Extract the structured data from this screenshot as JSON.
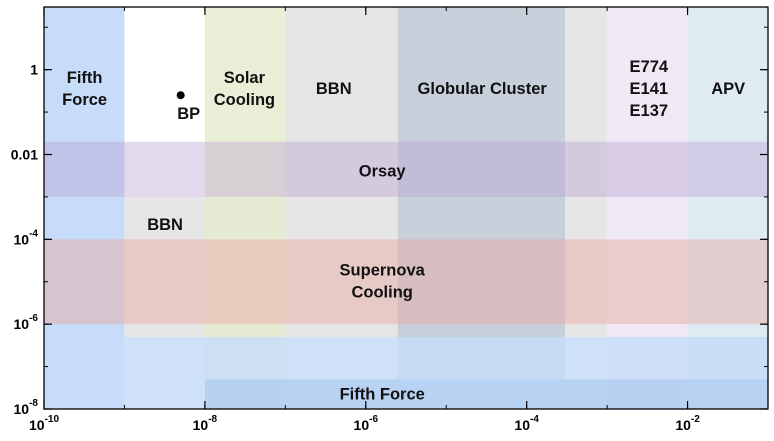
{
  "colors": {
    "fifth_force": "#c7dcf8",
    "bbn": "#e6e6e6",
    "globular": "#c6cfda",
    "solar": "#e5eccf",
    "beam": "#e8e2f2",
    "apv": "#dceaf1",
    "orsay": "#b8a0d2",
    "supernova": "#e8a7a0",
    "fifth_force_low": "#acc9f0",
    "bp_dot": "#000000"
  },
  "chart_data": {
    "type": "region",
    "title": "",
    "xlabel": "",
    "ylabel": "",
    "xscale": "log",
    "yscale": "log",
    "xlim": [
      1e-10,
      0.1
    ],
    "ylim": [
      1e-08,
      30
    ],
    "x_ticks": [
      {
        "value": 1e-10,
        "label": "10^-10"
      },
      {
        "value": 1e-08,
        "label": "10^-8"
      },
      {
        "value": 1e-06,
        "label": "10^-6"
      },
      {
        "value": 0.0001,
        "label": "10^-4"
      },
      {
        "value": 0.01,
        "label": "10^-2"
      }
    ],
    "y_ticks": [
      {
        "value": 1,
        "label": "1"
      },
      {
        "value": 0.01,
        "label": "0.01"
      },
      {
        "value": 0.0001,
        "label": "10^-4"
      },
      {
        "value": 1e-06,
        "label": "10^-6"
      },
      {
        "value": 1e-08,
        "label": "10^-8"
      }
    ],
    "regions": [
      {
        "name": "Fifth Force",
        "x": [
          1e-10,
          1e-09
        ],
        "y": [
          1e-08,
          30
        ],
        "color": "#c7dcf8",
        "opacity": 1
      },
      {
        "name": "BBN",
        "x": [
          1e-09,
          2.5e-06
        ],
        "y": [
          5e-07,
          0.001
        ],
        "color": "#e6e6e6",
        "opacity": 1
      },
      {
        "name": "Solar Cooling",
        "x": [
          1e-08,
          1e-07
        ],
        "y": [
          1e-08,
          30
        ],
        "color": "#e5eccf",
        "opacity": 0.85
      },
      {
        "name": "BBN",
        "x": [
          1e-07,
          0.001
        ],
        "y": [
          5e-07,
          30
        ],
        "color": "#e6e6e6",
        "opacity": 1
      },
      {
        "name": "Globular Cluster",
        "x": [
          2.5e-06,
          0.0003
        ],
        "y": [
          5e-08,
          30
        ],
        "color": "#c6cfda",
        "opacity": 1
      },
      {
        "name": "E774 E141 E137",
        "x": [
          0.001,
          0.01
        ],
        "y": [
          1e-08,
          30
        ],
        "color": "#e8e2f2",
        "opacity": 0.75
      },
      {
        "name": "APV",
        "x": [
          0.01,
          0.1
        ],
        "y": [
          5e-08,
          30
        ],
        "color": "#dceaf1",
        "opacity": 0.95
      },
      {
        "name": "Fifth Force",
        "x": [
          1e-09,
          0.1
        ],
        "y": [
          1e-08,
          5e-07
        ],
        "color": "#c7dcf8",
        "opacity": 0.85
      },
      {
        "name": "Orsay",
        "x": [
          1e-10,
          0.1
        ],
        "y": [
          0.001,
          0.02
        ],
        "color": "#b8a0d2",
        "opacity": 0.4
      },
      {
        "name": "Supernova Cooling",
        "x": [
          1e-10,
          0.1
        ],
        "y": [
          1e-06,
          0.0001
        ],
        "color": "#e8a7a0",
        "opacity": 0.45
      },
      {
        "name": "Fifth Force",
        "x": [
          1e-08,
          0.1
        ],
        "y": [
          1e-08,
          5e-08
        ],
        "color": "#acc9f0",
        "opacity": 0.65
      }
    ],
    "region_labels": [
      {
        "lines": [
          "Fifth",
          "Force"
        ],
        "x": 3.2e-10,
        "y": 0.35
      },
      {
        "lines": [
          "Solar",
          "Cooling"
        ],
        "x": 3.1e-08,
        "y": 0.35
      },
      {
        "lines": [
          "BBN"
        ],
        "x": 4e-07,
        "y": 0.35
      },
      {
        "lines": [
          "Globular Cluster"
        ],
        "x": 2.8e-05,
        "y": 0.35
      },
      {
        "lines": [
          "E774",
          "E141",
          "E137"
        ],
        "x": 0.0033,
        "y": 0.35
      },
      {
        "lines": [
          "APV"
        ],
        "x": 0.032,
        "y": 0.35
      },
      {
        "lines": [
          "Orsay"
        ],
        "x": 1.6e-06,
        "y": 0.004
      },
      {
        "lines": [
          "BBN"
        ],
        "x": 3.2e-09,
        "y": 0.00022
      },
      {
        "lines": [
          "Supernova",
          "Cooling"
        ],
        "x": 1.6e-06,
        "y": 1e-05
      },
      {
        "lines": [
          "Fifth Force"
        ],
        "x": 1.6e-06,
        "y": 2.2e-08
      }
    ],
    "points": [
      {
        "name": "BP",
        "x": 5e-09,
        "y": 0.25
      }
    ]
  }
}
